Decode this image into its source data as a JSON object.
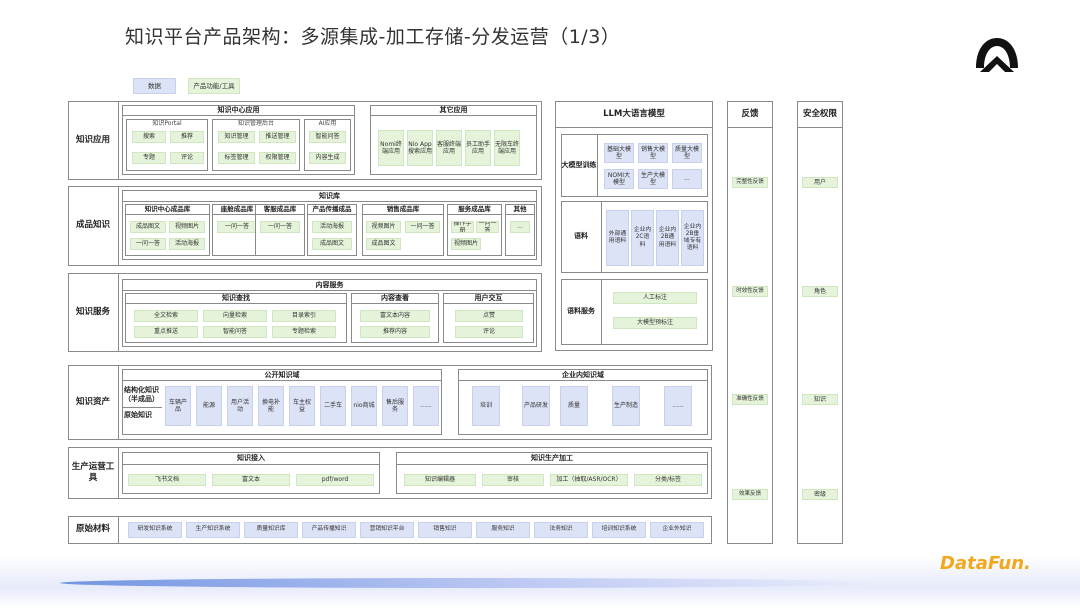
{
  "title": "知识平台产品架构：多源集成-加工存储-分发运营（1/3）",
  "legend": {
    "data": "数据",
    "product": "产品功能/工具"
  },
  "rows": {
    "app": {
      "label": "知识应用",
      "center": {
        "title": "知识中心应用",
        "portal": {
          "title": "知识Portal",
          "items": [
            "搜索",
            "推荐",
            "专题",
            "评论"
          ]
        },
        "manage": {
          "title": "知识管理后台",
          "items": [
            "知识管理",
            "推送管理",
            "标签管理",
            "权限管理"
          ]
        },
        "ai": {
          "title": "AI应用",
          "items": [
            "智能问答",
            "内容生成"
          ]
        }
      },
      "other": {
        "title": "其它应用",
        "items": [
          "Nomi终端应用",
          "Nio App搜索应用",
          "客服终端应用",
          "员工助手应用",
          "无限车终端应用"
        ]
      }
    },
    "product": {
      "label": "成品知识",
      "kb_title": "知识库",
      "groups": [
        {
          "title": "知识中心成品库",
          "items": [
            "成品图文",
            "视频图片",
            "一问一答",
            "活动海报"
          ]
        },
        {
          "title": "座舱成品库",
          "items": [
            "一问一答"
          ]
        },
        {
          "title": "客服成品库",
          "items": [
            "一问一答"
          ]
        },
        {
          "title": "产品传播成品",
          "items": [
            "活动海报",
            "成品图文"
          ]
        },
        {
          "title": "销售成品库",
          "items": [
            "视频图片",
            "一问一答",
            "成品图文"
          ]
        },
        {
          "title": "服务成品库",
          "items": [
            "操作手册",
            "一问一答",
            "视频图片"
          ]
        },
        {
          "title": "其他",
          "items": [
            "..."
          ]
        }
      ]
    },
    "service": {
      "label": "知识服务",
      "title": "内容服务",
      "find": {
        "title": "知识查找",
        "items": [
          "全文检索",
          "向量检索",
          "目录索引",
          "重点推送",
          "智能问答",
          "专题检索"
        ]
      },
      "view": {
        "title": "内容查看",
        "items": [
          "富文本内容",
          "推荐内容"
        ]
      },
      "interact": {
        "title": "用户交互",
        "items": [
          "点赞",
          "评论"
        ]
      }
    },
    "asset": {
      "label": "知识资产",
      "public": {
        "title": "公开知识域",
        "side1": "结构化知识（半成品）",
        "side2": "原始知识",
        "items": [
          "车辆产品",
          "能源",
          "用户活动",
          "换电补能",
          "车主权益",
          "二手车",
          "nio商城",
          "售后服务",
          "......"
        ]
      },
      "enterprise": {
        "title": "企业内知识域",
        "items": [
          "培训",
          "产品研发",
          "质量",
          "生产制造",
          "......"
        ]
      }
    },
    "tools": {
      "label": "生产运营工具",
      "ingest": {
        "title": "知识接入",
        "items": [
          "飞书文档",
          "富文本",
          "pdf/word"
        ]
      },
      "process": {
        "title": "知识生产加工",
        "items": [
          "知识编辑器",
          "审核",
          "加工（抽取/ASR/OCR）",
          "分类/标签"
        ]
      }
    },
    "raw": {
      "label": "原始材料",
      "items": [
        "研发知识系统",
        "生产知识系统",
        "质量知识库",
        "产品传播知识",
        "营销知识平台",
        "销售知识",
        "服务知识",
        "法务知识",
        "培训知识系统",
        "企业外知识"
      ]
    }
  },
  "llm": {
    "title": "LLM大语言模型",
    "train": {
      "label": "大模型训练",
      "items": [
        "基础大模型",
        "销售大模型",
        "质量大模型",
        "NOMI大模型",
        "生产大模型",
        "..."
      ]
    },
    "corpus": {
      "label": "语料",
      "items": [
        "外部通用语料",
        "企业内2C语料",
        "企业内2B通用语料",
        "企业内2B垂域专有语料"
      ]
    },
    "corpus_service": {
      "label": "语料服务",
      "items": [
        "人工标注",
        "大模型预标注"
      ]
    }
  },
  "feedback": {
    "title": "反馈",
    "items": [
      "完整性反馈",
      "时效性反馈",
      "准确性反馈",
      "效果反馈"
    ]
  },
  "security": {
    "title": "安全权限",
    "items": [
      "用户",
      "角色",
      "知识",
      "密级"
    ]
  },
  "brand": {
    "datafun": "DataFun."
  },
  "colors": {
    "data_green": "#e4f3d9",
    "tool_blue": "#dde3f6",
    "border": "#8a8a8a",
    "datafun_orange": "#f2a81d"
  }
}
